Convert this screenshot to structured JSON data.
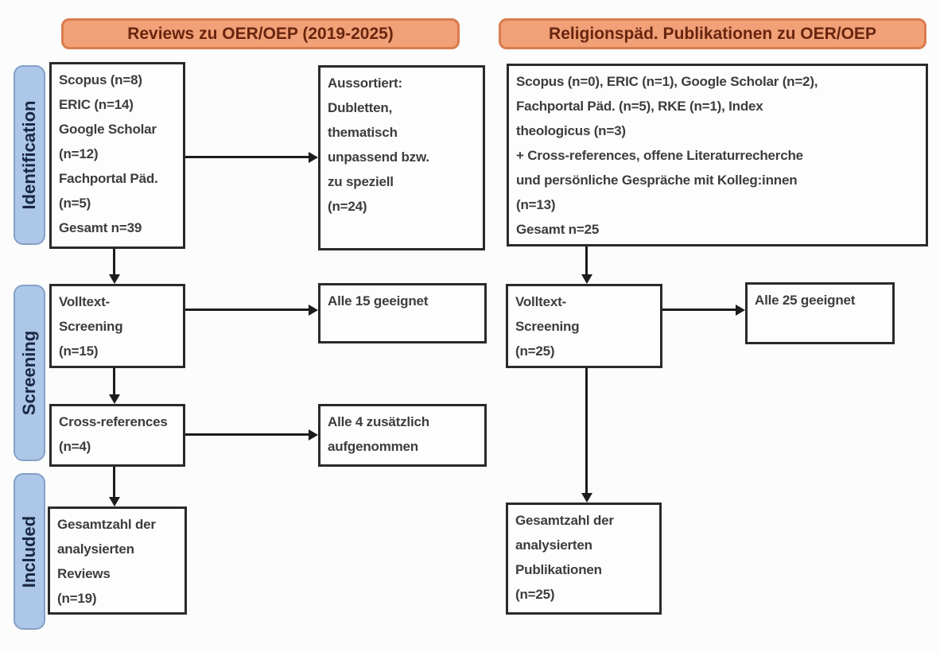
{
  "headers": {
    "left": "Reviews zu OER/OEP (2019-2025)",
    "right": "Religionspäd. Publikationen zu OER/OEP"
  },
  "stages": {
    "identification": "Identification",
    "screening": "Screening",
    "included": "Included"
  },
  "left_column": {
    "sources": "Scopus (n=8)\nERIC (n=14)\nGoogle Scholar\n(n=12)\nFachportal Päd.\n(n=5)\nGesamt n=39",
    "excluded": "Aussortiert:\nDubletten,\nthematisch\nunpassend bzw.\nzu speziell\n(n=24)",
    "fulltext_screening": "Volltext-\nScreening\n(n=15)",
    "fulltext_result": "Alle 15 geeignet",
    "cross_references": "Cross-references\n(n=4)",
    "cross_references_result": "Alle 4 zusätzlich\naufgenommen",
    "included_total": "Gesamtzahl der\nanalysierten\nReviews\n(n=19)"
  },
  "right_column": {
    "sources": "Scopus (n=0), ERIC (n=1), Google Scholar (n=2),\nFachportal Päd. (n=5), RKE (n=1), Index\ntheologicus (n=3)\n+ Cross-references, offene Literaturrecherche\nund persönliche Gespräche mit Kolleg:innen\n(n=13)\nGesamt n=25",
    "fulltext_screening": "Volltext-\nScreening\n(n=25)",
    "fulltext_result": "Alle 25 geeignet",
    "included_total": "Gesamtzahl der\nanalysierten\nPublikationen\n(n=25)"
  },
  "colors": {
    "header_fill": "#f1a077",
    "header_border": "#d97c4e",
    "header_text": "#68250f",
    "stage_fill": "#acc7e8",
    "stage_border": "#84a0c6",
    "stage_text": "#1a2742",
    "box_border": "#2a2a2a",
    "box_text": "#3d3d3d",
    "arrow": "#1c1c1c",
    "background": "#fcfcfc"
  }
}
